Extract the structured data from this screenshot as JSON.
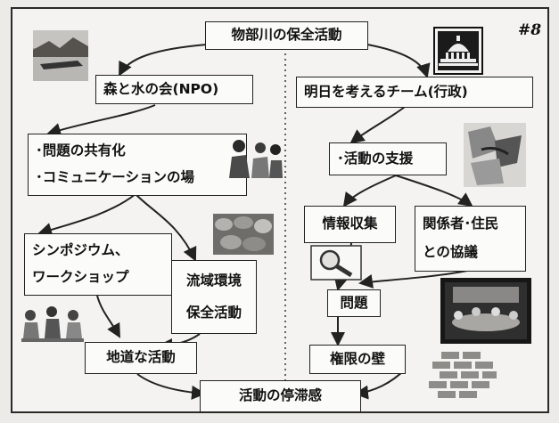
{
  "slide_number": "#8",
  "title": "物部川の保全活動",
  "left": {
    "org": "森と水の会(NPO)",
    "points": [
      "･問題の共有化",
      "･コミュニケーションの場"
    ],
    "symposium": [
      "シンポジウム、",
      "ワークショップ"
    ],
    "conservation": [
      "流域環境",
      "保全活動"
    ],
    "steady": "地道な活動"
  },
  "right": {
    "team": "明日を考えるチーム(行政)",
    "support": "･活動の支援",
    "info": "情報収集",
    "consult": [
      "関係者･住民",
      "との協議"
    ],
    "problem": "問題",
    "wall": "権限の壁"
  },
  "bottom": "活動の停滞感",
  "icons": [
    "lake-photo-icon",
    "capitol-building-icon",
    "meeting-people-icon",
    "handshake-collage-icon",
    "stones-photo-icon",
    "magnifier-icon",
    "discussion-group-icon",
    "conference-room-icon",
    "brick-wall-icon"
  ]
}
